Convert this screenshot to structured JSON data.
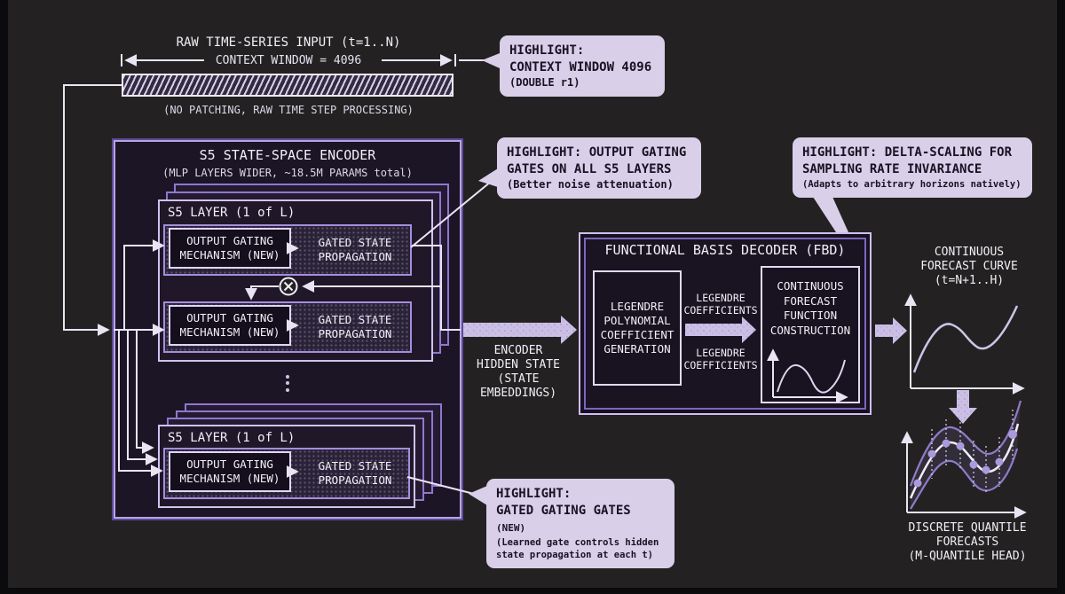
{
  "colors": {
    "background": "#242122",
    "accent_purple": "#8f77cf",
    "callout_bg": "#d9cfe9",
    "line_white": "#e9e4f2",
    "arrow_fill": "#cbbfe6",
    "band_purple": "#8f7cc9"
  },
  "icons": {
    "elementwise_product": "circled-times-gate"
  },
  "input": {
    "title": "RAW TIME-SERIES INPUT (t=1..N)",
    "window_label": "CONTEXT WINDOW = 4096",
    "note": "(NO PATCHING, RAW TIME STEP PROCESSING)"
  },
  "callout_context": {
    "l1": "HIGHLIGHT:",
    "l2": "CONTEXT WINDOW 4096",
    "l3": "(DOUBLE r1)"
  },
  "callout_gating": {
    "l1": "HIGHLIGHT: OUTPUT GATING",
    "l2": "GATES ON ALL S5 LAYERS",
    "l3": "(Better noise attenuation)"
  },
  "callout_delta": {
    "l1": "HIGHLIGHT: DELTA-SCALING FOR",
    "l2": "SAMPLING RATE INVARIANCE",
    "l3": "(Adapts to arbitrary horizons natively)"
  },
  "callout_gates": {
    "l1": "HIGHLIGHT:",
    "l2": "GATED GATING GATES",
    "l2_tag": "(NEW)",
    "l3": "(Learned gate controls hidden",
    "l4": "state propagation at each t)"
  },
  "encoder": {
    "title": "S5 STATE-SPACE ENCODER",
    "subtitle": "(MLP LAYERS WIDER, ~18.5M PARAMS total)",
    "layer_top_label": "S5 LAYER (1 of L)",
    "layer_bottom_label": "S5 LAYER (1 of L)",
    "gate_l1": "OUTPUT GATING",
    "gate_l2": "MECHANISM (NEW)",
    "prop_l1": "GATED STATE",
    "prop_l2": "PROPAGATION"
  },
  "hidden_state": {
    "l1": "ENCODER",
    "l2": "HIDDEN STATE",
    "l3": "(STATE",
    "l4": "EMBEDDINGS)"
  },
  "decoder": {
    "title": "FUNCTIONAL BASIS DECODER (FBD)",
    "legendre": [
      "LEGENDRE",
      "POLYNOMIAL",
      "COEFFICIENT",
      "GENERATION"
    ],
    "coeff_top": [
      "LEGENDRE",
      "COEFFICIENTS"
    ],
    "coeff_bottom": [
      "LEGENDRE",
      "COEFFICIENTS"
    ],
    "construction": [
      "CONTINUOUS",
      "FORECAST",
      "FUNCTION",
      "CONSTRUCTION"
    ]
  },
  "forecast_curve": {
    "l1": "CONTINUOUS",
    "l2": "FORECAST CURVE",
    "l3": "(t=N+1..H)"
  },
  "quantile": {
    "l1": "DISCRETE QUANTILE",
    "l2": "FORECASTS",
    "l3": "(M-QUANTILE HEAD)"
  }
}
